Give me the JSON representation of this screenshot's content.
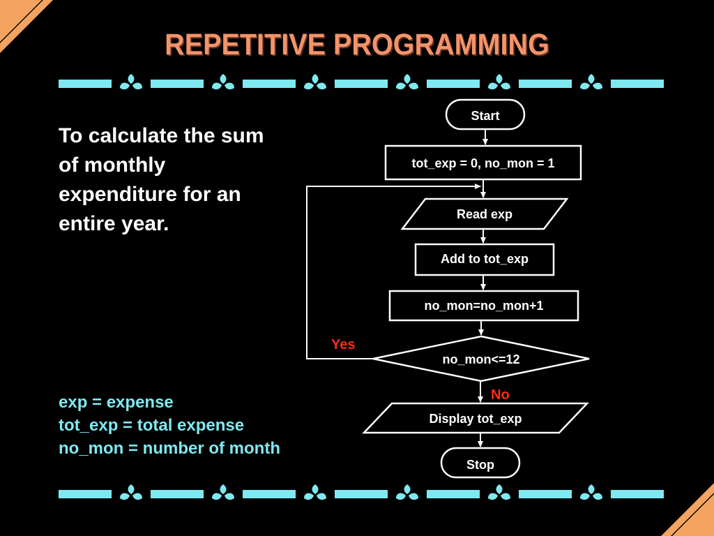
{
  "title": "REPETITIVE PROGRAMMING",
  "description": "To calculate the sum of monthly expenditure for an entire year.",
  "legend": [
    "exp = expense",
    "tot_exp = total expense",
    "no_mon = number of month"
  ],
  "flowchart": {
    "start": "Start",
    "init": "tot_exp = 0, no_mon = 1",
    "read": "Read exp",
    "add": "Add to tot_exp",
    "increment": "no_mon=no_mon+1",
    "decision": "no_mon<=12",
    "yes_label": "Yes",
    "no_label": "No",
    "display": "Display tot_exp",
    "stop": "Stop"
  },
  "colors": {
    "background": "#000000",
    "title": "#f4936a",
    "border_accent": "#7fe9f1",
    "condition_label": "#ff2a1a",
    "legend_text": "#7fe9f1",
    "corner_stripe": "#f4a460"
  },
  "icons": {
    "border_ornament": "leaf-sprig-icon"
  }
}
